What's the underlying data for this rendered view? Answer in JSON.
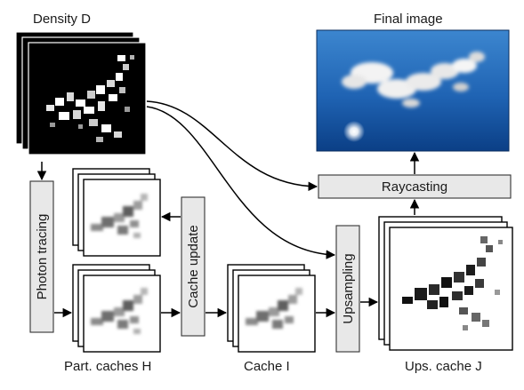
{
  "labels": {
    "density": "Density D",
    "final_image": "Final image",
    "partial_caches": "Part. caches H",
    "cache": "Cache I",
    "upsampled_cache": "Ups. cache J"
  },
  "process_boxes": {
    "photon_tracing": "Photon tracing",
    "cache_update": "Cache update",
    "upsampling": "Upsampling",
    "raycasting": "Raycasting"
  },
  "colors": {
    "box_fill": "#e8e8e8",
    "sky_top": "#2f79c4",
    "sky_bottom": "#0b3f86"
  }
}
